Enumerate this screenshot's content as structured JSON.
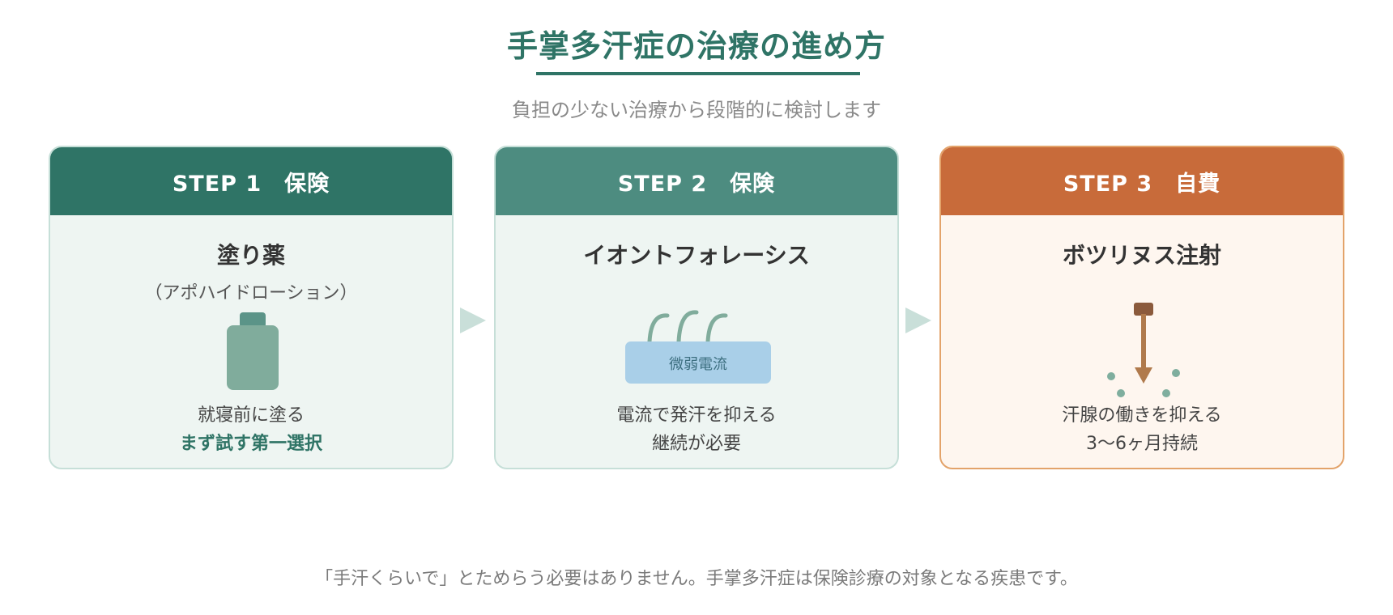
{
  "header": {
    "title": "手掌多汗症の治療の進め方",
    "subtitle": "負担の少ない治療から段階的に検討します"
  },
  "steps": [
    {
      "header": "STEP 1　保険",
      "title": "塗り薬",
      "sub": "（アポハイドローション）",
      "desc_line1": "就寝前に塗る",
      "desc_line2": "まず試す第一選択",
      "icon": "bottle-icon",
      "color": "#2f7466"
    },
    {
      "header": "STEP 2　保険",
      "title": "イオントフォレーシス",
      "device_label": "微弱電流",
      "desc_line1": "電流で発汗を抑える",
      "desc_line2": "継続が必要",
      "icon": "current-device-icon",
      "color": "#4d8c80"
    },
    {
      "header": "STEP 3　自費",
      "title": "ボツリヌス注射",
      "desc_line1": "汗腺の働きを抑える",
      "desc_line2": "3〜6ヶ月持続",
      "icon": "injection-icon",
      "color": "#c86b3a"
    }
  ],
  "footer": {
    "note": "「手汗くらいで」とためらう必要はありません。手掌多汗症は保険診療の対象となる疾患です。"
  }
}
